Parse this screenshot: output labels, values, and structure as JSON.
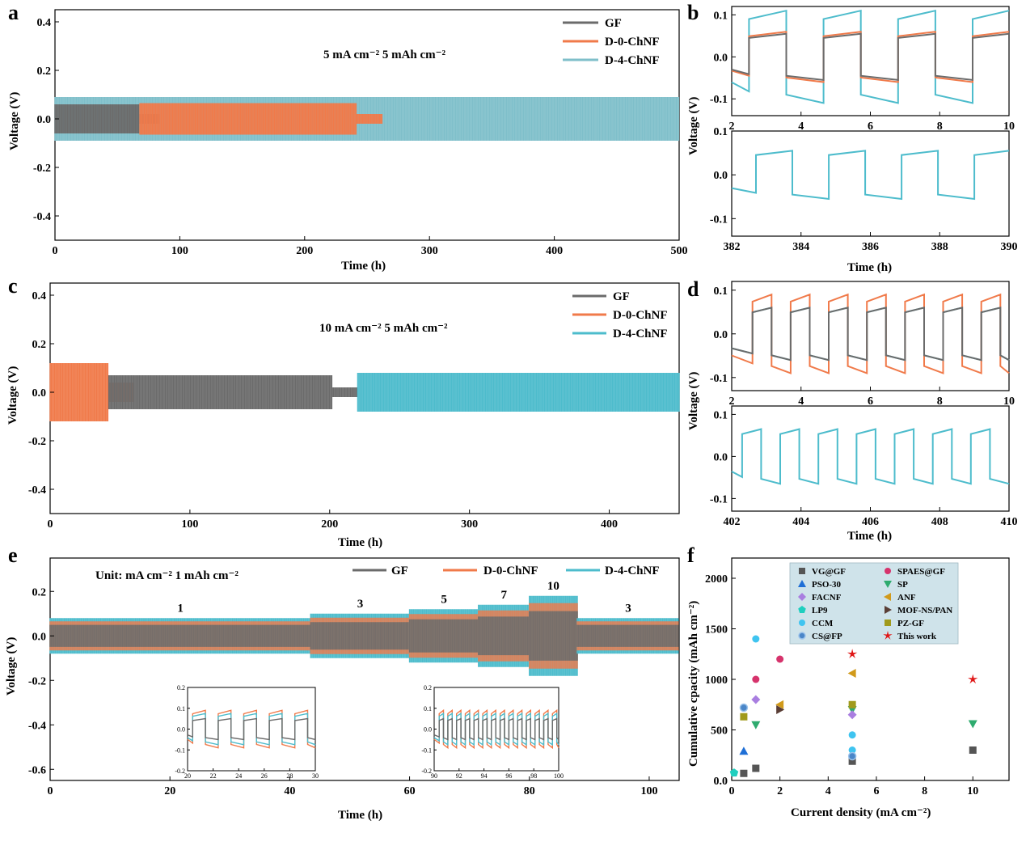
{
  "colors": {
    "GF": "#6b6b6b",
    "D-0-ChNF": "#f07a4a",
    "D-4-ChNF": "#4dbccc",
    "D-4-ChNF-a": "#7fbfca",
    "legend_box": "#cfe3ea"
  },
  "panel_labels": [
    "a",
    "b",
    "c",
    "d",
    "e",
    "f"
  ],
  "panel_a": {
    "condition": "5 mA cm⁻²  5 mAh cm⁻²",
    "xlabel": "Time (h)",
    "ylabel": "Voltage (V)",
    "legend": [
      "GF",
      "D-0-ChNF",
      "D-4-ChNF"
    ]
  },
  "panel_b": {
    "xlabel": "Time (h)",
    "ylabel": "Voltage (V)"
  },
  "panel_c": {
    "condition": "10 mA cm⁻²  5 mAh cm⁻²",
    "xlabel": "Time (h)",
    "ylabel": "Voltage (V)",
    "legend": [
      "GF",
      "D-0-ChNF",
      "D-4-ChNF"
    ]
  },
  "panel_d": {
    "xlabel": "Time (h)",
    "ylabel": "Voltage (V)"
  },
  "panel_e": {
    "condition": "Unit: mA cm⁻²  1 mAh cm⁻²",
    "xlabel": "Time (h)",
    "ylabel": "Voltage (V)",
    "legend": [
      "GF",
      "D-0-ChNF",
      "D-4-ChNF"
    ],
    "rate_labels": [
      "1",
      "3",
      "5",
      "7",
      "10",
      "3"
    ]
  },
  "panel_f": {
    "xlabel": "Current density (mA cm⁻²)",
    "ylabel": "Cumulative cpacity (mAh cm⁻²)"
  },
  "chart_data": [
    {
      "id": "a",
      "type": "line",
      "xlim": [
        0,
        500
      ],
      "ylim": [
        -0.5,
        0.45
      ],
      "xticks": [
        0,
        100,
        200,
        300,
        400,
        500
      ],
      "yticks": [
        -0.4,
        -0.2,
        0.0,
        0.2,
        0.4
      ],
      "series": [
        {
          "name": "GF",
          "segments": [
            {
              "x": [
                0,
                68
              ],
              "amp": 0.06
            },
            {
              "x": [
                68,
                84
              ],
              "amp": 0.02
            }
          ]
        },
        {
          "name": "D-0-ChNF",
          "segments": [
            {
              "x": [
                68,
                242
              ],
              "amp": 0.065
            },
            {
              "x": [
                242,
                262
              ],
              "amp": 0.02
            }
          ]
        },
        {
          "name": "D-4-ChNF",
          "segments": [
            {
              "x": [
                0,
                500
              ],
              "amp": 0.09
            }
          ]
        }
      ]
    },
    {
      "id": "b-top",
      "type": "line",
      "xlim": [
        2,
        10
      ],
      "ylim": [
        -0.14,
        0.12
      ],
      "xticks": [
        2,
        4,
        6,
        8,
        10
      ],
      "yticks": [
        -0.1,
        0.0,
        0.1
      ],
      "series": [
        {
          "name": "GF",
          "amp": 0.055,
          "period": 2.15,
          "start": 2.5
        },
        {
          "name": "D-0-ChNF",
          "amp": 0.06,
          "period": 2.15,
          "start": 2.5
        },
        {
          "name": "D-4-ChNF",
          "amp": 0.11,
          "period": 2.15,
          "start": 2.5
        }
      ]
    },
    {
      "id": "b-bottom",
      "type": "line",
      "xlim": [
        382,
        390
      ],
      "ylim": [
        -0.14,
        0.1
      ],
      "xticks": [
        382,
        384,
        386,
        388,
        390
      ],
      "yticks": [
        -0.1,
        0.0,
        0.1
      ],
      "series": [
        {
          "name": "D-4-ChNF",
          "amp": 0.055,
          "period": 2.1,
          "start": 382.7
        }
      ]
    },
    {
      "id": "c",
      "type": "line",
      "xlim": [
        0,
        450
      ],
      "ylim": [
        -0.5,
        0.45
      ],
      "xticks": [
        0,
        100,
        200,
        300,
        400
      ],
      "yticks": [
        -0.4,
        -0.2,
        0.0,
        0.2,
        0.4
      ],
      "series": [
        {
          "name": "D-0-ChNF",
          "segments": [
            {
              "x": [
                0,
                42
              ],
              "amp": 0.12
            },
            {
              "x": [
                42,
                60
              ],
              "amp": 0.04
            }
          ]
        },
        {
          "name": "GF",
          "segments": [
            {
              "x": [
                42,
                202
              ],
              "amp": 0.07
            },
            {
              "x": [
                202,
                220
              ],
              "amp": 0.02
            }
          ]
        },
        {
          "name": "D-4-ChNF",
          "segments": [
            {
              "x": [
                220,
                450
              ],
              "amp": 0.08
            }
          ]
        }
      ]
    },
    {
      "id": "d-top",
      "type": "line",
      "xlim": [
        2,
        10
      ],
      "ylim": [
        -0.13,
        0.12
      ],
      "xticks": [
        2,
        4,
        6,
        8,
        10
      ],
      "yticks": [
        -0.1,
        0.0,
        0.1
      ],
      "series": [
        {
          "name": "GF",
          "amp": 0.06,
          "period": 1.1,
          "start": 2.6
        },
        {
          "name": "D-0-ChNF",
          "amp": 0.09,
          "period": 1.1,
          "start": 2.6
        },
        {
          "name": "D-4-ChNF",
          "amp": 0.06,
          "period": 1.1,
          "start": 2.6
        }
      ]
    },
    {
      "id": "d-bottom",
      "type": "line",
      "xlim": [
        402,
        410
      ],
      "ylim": [
        -0.13,
        0.12
      ],
      "xticks": [
        402,
        404,
        406,
        408,
        410
      ],
      "yticks": [
        -0.1,
        0.0,
        0.1
      ],
      "series": [
        {
          "name": "D-4-ChNF",
          "amp": 0.065,
          "period": 1.1,
          "start": 402.3
        }
      ]
    },
    {
      "id": "e",
      "type": "line",
      "xlim": [
        0,
        105
      ],
      "ylim": [
        -0.65,
        0.35
      ],
      "xticks": [
        0,
        20,
        40,
        60,
        80,
        100
      ],
      "yticks": [
        -0.6,
        -0.4,
        -0.2,
        0.0,
        0.2
      ],
      "steps": [
        {
          "rate": "1",
          "x": [
            0,
            43.5
          ],
          "amp": 0.08
        },
        {
          "rate": "3",
          "x": [
            43.5,
            60
          ],
          "amp": 0.1
        },
        {
          "rate": "5",
          "x": [
            60,
            71.5
          ],
          "amp": 0.12
        },
        {
          "rate": "7",
          "x": [
            71.5,
            80
          ],
          "amp": 0.14
        },
        {
          "rate": "10",
          "x": [
            80,
            88
          ],
          "amp": 0.18
        },
        {
          "rate": "3",
          "x": [
            88,
            105
          ],
          "amp": 0.08
        }
      ],
      "insets": [
        {
          "xlim": [
            20,
            30
          ],
          "ylim": [
            -0.2,
            0.2
          ],
          "xticks": [
            20,
            22,
            24,
            26,
            28,
            30
          ],
          "yticks": [
            -0.2,
            -0.1,
            0.0,
            0.1,
            0.2
          ]
        },
        {
          "xlim": [
            90,
            100
          ],
          "ylim": [
            -0.2,
            0.2
          ],
          "xticks": [
            90,
            92,
            94,
            96,
            98,
            100
          ],
          "yticks": [
            -0.2,
            -0.1,
            0.0,
            0.1,
            0.2
          ]
        }
      ]
    },
    {
      "id": "f",
      "type": "scatter",
      "xlim": [
        0,
        11.5
      ],
      "ylim": [
        0,
        2200
      ],
      "xticks": [
        0,
        2,
        4,
        6,
        8,
        10
      ],
      "yticks": [
        0,
        500,
        1000,
        1500,
        2000
      ],
      "series": [
        {
          "name": "VG@GF",
          "marker": "square",
          "color": "#555555",
          "points": [
            [
              0.5,
              70
            ],
            [
              1,
              120
            ],
            [
              5,
              190
            ],
            [
              10,
              300
            ]
          ]
        },
        {
          "name": "SPAES@GF",
          "marker": "circle",
          "color": "#d6336c",
          "points": [
            [
              1,
              1000
            ],
            [
              2,
              1200
            ]
          ]
        },
        {
          "name": "PSO-30",
          "marker": "triangle-up",
          "color": "#1f6fd6",
          "points": [
            [
              0.5,
              290
            ]
          ]
        },
        {
          "name": "SP",
          "marker": "triangle-down",
          "color": "#2eab6e",
          "points": [
            [
              1,
              550
            ],
            [
              5,
              700
            ],
            [
              10,
              560
            ]
          ]
        },
        {
          "name": "FACNF",
          "marker": "diamond",
          "color": "#a97ee0",
          "points": [
            [
              1,
              800
            ],
            [
              5,
              650
            ]
          ]
        },
        {
          "name": "ANF",
          "marker": "triangle-left",
          "color": "#d19a1a",
          "points": [
            [
              2,
              750
            ],
            [
              5,
              1060
            ]
          ]
        },
        {
          "name": "LP9",
          "marker": "pentagon",
          "color": "#1fcfbf",
          "points": [
            [
              0.1,
              75
            ]
          ]
        },
        {
          "name": "MOF-NS/PAN",
          "marker": "triangle-right",
          "color": "#5a3e36",
          "points": [
            [
              2,
              700
            ]
          ]
        },
        {
          "name": "CCM",
          "marker": "circle",
          "color": "#3fc4f0",
          "points": [
            [
              1,
              1400
            ],
            [
              5,
              450
            ],
            [
              5,
              300
            ]
          ]
        },
        {
          "name": "PZ-GF",
          "marker": "square",
          "color": "#a09a1c",
          "points": [
            [
              0.5,
              630
            ],
            [
              5,
              750
            ]
          ]
        },
        {
          "name": "CS@FP",
          "marker": "sphere",
          "color": "#4a86c8",
          "points": [
            [
              0.5,
              720
            ],
            [
              5,
              240
            ]
          ]
        },
        {
          "name": "This work",
          "marker": "star",
          "color": "#e01616",
          "points": [
            [
              5,
              1250
            ],
            [
              10,
              1000
            ]
          ]
        }
      ]
    }
  ]
}
